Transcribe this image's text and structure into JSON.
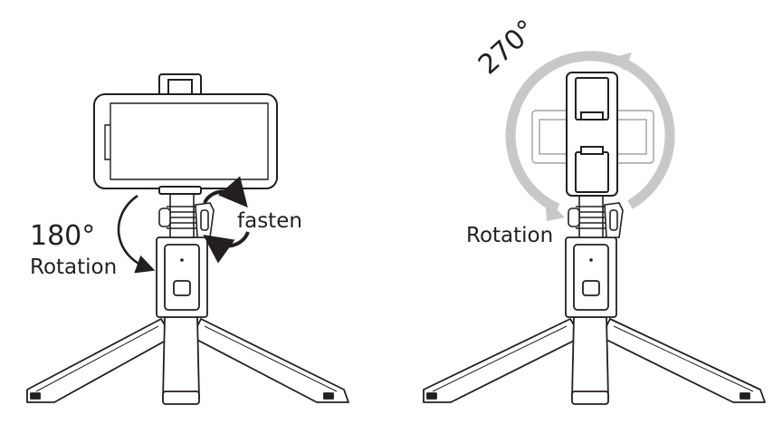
{
  "labels": {
    "left_angle": "180°",
    "left_rotation": "Rotation",
    "fasten": "fasten",
    "right_rotation": "Rotation",
    "right_angle": "270°"
  },
  "colors": {
    "line": "#231f20",
    "arrow_gray": "#c8c8c8",
    "ghost": "#a0a0a0"
  }
}
